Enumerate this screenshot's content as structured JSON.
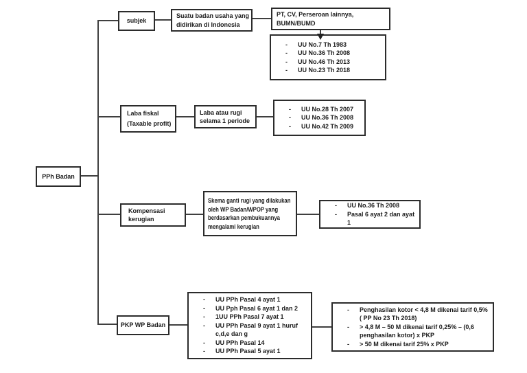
{
  "diagram": {
    "root": {
      "label": "PPh Badan"
    },
    "subjek": {
      "label": "subjek",
      "desc_lines": [
        "Suatu badan usaha yang",
        "didirikan di Indonesia"
      ],
      "examples_lines": [
        "PT, CV, Perseroan lainnya,",
        "BUMN/BUMD"
      ],
      "laws": [
        "UU No.7 Th 1983",
        "UU No.36 Th 2008",
        "UU No.46 Th 2013",
        "UU No.23 Th 2018"
      ]
    },
    "laba_fiskal": {
      "label_lines": [
        "Laba fiskal",
        "(Taxable profit)"
      ],
      "desc_lines": [
        "Laba atau rugi",
        "selama 1 periode"
      ],
      "laws": [
        "UU No.28 Th 2007",
        "UU No.36 Th 2008",
        "UU No.42 Th 2009"
      ]
    },
    "kompensasi": {
      "label_lines": [
        "Kompensasi",
        "kerugian"
      ],
      "desc_lines": [
        "Skema ganti rugi yang dilakukan",
        "oleh WP Badan/WPOP yang",
        "berdasarkan pembukuannya",
        "mengalami kerugian"
      ],
      "laws": [
        "UU No.36 Th 2008",
        "Pasal 6 ayat 2 dan ayat 1"
      ]
    },
    "pkp": {
      "label": "PKP WP Badan",
      "laws": [
        "UU PPh Pasal 4 ayat 1",
        "UU Pph Pasal 6 ayat 1 dan 2",
        "1UU PPh Pasal 7 ayat 1",
        "UU PPh Pasal 9 ayat 1 huruf c,d,e dan g",
        "UU PPh Pasal 14",
        "UU PPh Pasal 5 ayat 1"
      ],
      "tarif": [
        "Penghasilan kotor < 4,8 M dikenai tarif 0,5% ( PP No 23 Th 2018)",
        "> 4,8 M – 50 M dikenai tarif 0,25% – (0,6 penghasilan kotor) x PKP",
        "> 50 M dikenai tarif 25% x PKP"
      ]
    }
  },
  "ui": {
    "bullet": "-"
  },
  "colors": {
    "background": "#ffffff",
    "box_border": "#2b2b2b",
    "line": "#3f3f3f",
    "text": "#1a1a1a"
  }
}
